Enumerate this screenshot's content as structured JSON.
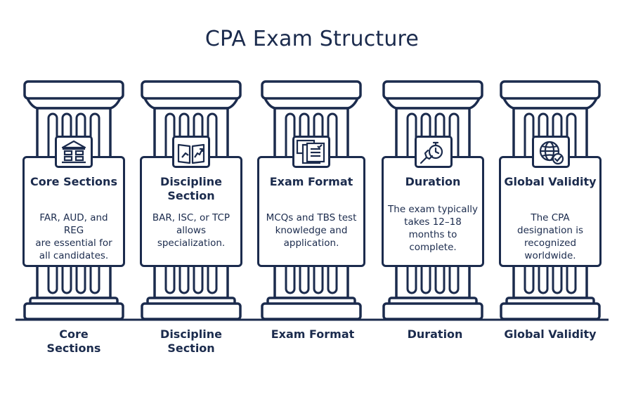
{
  "title": "CPA Exam Structure",
  "pillars": [
    {
      "name": "Core\nSections",
      "text": "FAR, AUD, and REG\nare essential for\nall candidates.",
      "base_label": "Core\nSections",
      "icon": "bank-building-icon"
    },
    {
      "name": "Discipline\nSection",
      "text": "BAR, ISC, or TCP\nallows\nspecialization.",
      "base_label": "Discipline\nSection",
      "icon": "open-book-chart-icon"
    },
    {
      "name": "Exam\nFormat",
      "text": "MCQs and TBS test\nknowledge and\napplication.",
      "base_label": "Exam Format",
      "icon": "exam-papers-icon"
    },
    {
      "name": "Duration",
      "text": "The exam typically\ntakes 12–18\nmonths to\ncomplete.",
      "base_label": "Duration",
      "icon": "hand-stopwatch-icon"
    },
    {
      "name": "Global\nValidity",
      "text": "The CPA\ndesignation is\nrecognized\nworldwide.",
      "base_label": "Global Validity",
      "icon": "globe-check-icon"
    }
  ],
  "colors": {
    "ink": "#1b2b4d",
    "background": "#ffffff"
  }
}
